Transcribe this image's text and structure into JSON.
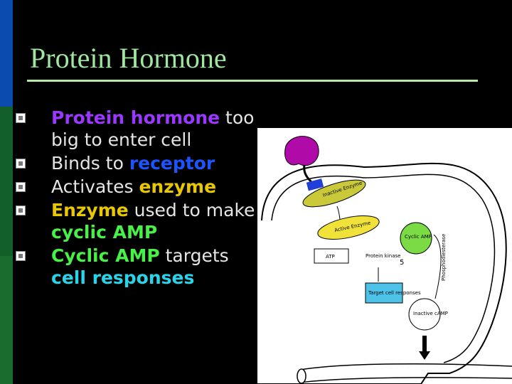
{
  "slide": {
    "title": "Protein Hormone",
    "bullets": [
      {
        "parts": [
          {
            "text": "Protein hormone",
            "style": "purple"
          },
          {
            "text": " too big to enter cell",
            "style": "plain"
          }
        ]
      },
      {
        "parts": [
          {
            "text": "Binds to ",
            "style": "plain"
          },
          {
            "text": "receptor",
            "style": "blue"
          }
        ]
      },
      {
        "parts": [
          {
            "text": "Activates ",
            "style": "plain"
          },
          {
            "text": "enzyme",
            "style": "yellow"
          }
        ]
      },
      {
        "parts": [
          {
            "text": "Enzyme",
            "style": "yellow"
          },
          {
            "text": " used to make ",
            "style": "plain"
          },
          {
            "text": "cyclic AMP",
            "style": "green"
          }
        ]
      },
      {
        "parts": [
          {
            "text": "Cyclic AMP",
            "style": "green"
          },
          {
            "text": " targets ",
            "style": "plain"
          },
          {
            "text": "cell responses",
            "style": "cyan"
          }
        ]
      }
    ]
  },
  "diagram": {
    "inactive_enzyme": "Inactive Enzyme",
    "active_enzyme": "Active Enzyme",
    "cyclic_amp": "Cyclic AMP",
    "atp": "ATP",
    "protein_kinase": "Protein kinase",
    "number_5": "5",
    "target_cell_responses": "Target cell responses",
    "inactive_camp": "Inactive cAMP",
    "phosphodiesterase": "Phosphodiesterase"
  }
}
